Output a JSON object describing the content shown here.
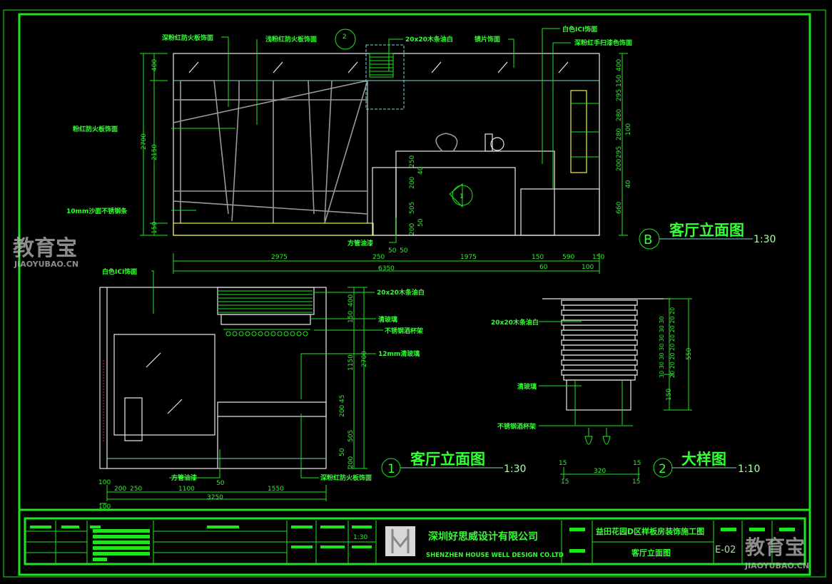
{
  "elevation_b": {
    "labels": {
      "dark_pink_fireboard": "深粉红防火板饰面",
      "light_pink_fireboard": "浅粉红防火板饰面",
      "wood_strip": "20x20木条油白",
      "mirror": "镜片饰面",
      "white_ici": "白色ICI饰面",
      "dark_pink_paint": "深粉红手扫漆色饰面",
      "pink_fireboard": "粉红防火板饰面",
      "steel_strip": "10mm沙面不锈钢条",
      "square_tube": "方管油漆"
    },
    "detail_marker": "2",
    "section_marker": "1",
    "left_dims": {
      "total": "2700",
      "top": "400",
      "mid": "2150",
      "bottom": "150"
    },
    "bottom_dims": [
      "2975",
      "250",
      "50",
      "50",
      "1975",
      "150",
      "590",
      "150"
    ],
    "bottom_totals": {
      "total": "6350",
      "d60": "60",
      "d100": "100"
    },
    "right_dims": [
      "400",
      "150",
      "295",
      "280",
      "280",
      "295",
      "200",
      "40",
      "660",
      "100"
    ],
    "desk_dims": [
      "250",
      "40",
      "200",
      "505",
      "50",
      "200"
    ],
    "title": {
      "marker": "B",
      "name": "客厅立面图",
      "scale": "1:30"
    }
  },
  "elevation_1": {
    "labels": {
      "white_ici": "白色ICI饰面",
      "wood_strip": "20x20木条油白",
      "clear_glass": "清玻璃",
      "wine_rack": "不锈钢酒杯架",
      "glass_12mm": "12mm清玻璃",
      "square_tube": "方管油漆",
      "dark_pink_fireboard": "深粉红防火板饰面"
    },
    "right_dims": [
      "400",
      "150",
      "1150",
      "45",
      "200",
      "505",
      "50",
      "200"
    ],
    "total_height": "2700",
    "bottom_dims": [
      "100",
      "200",
      "250",
      "1100",
      "50",
      "1550"
    ],
    "total_width": "3250",
    "left_offset": "100",
    "title": {
      "marker": "1",
      "name": "客厅立面图",
      "scale": "1:30"
    }
  },
  "detail_2": {
    "labels": {
      "wood_strip": "20x20木条油白",
      "clear_glass": "清玻璃",
      "wine_rack": "不锈钢酒杯架"
    },
    "dims": {
      "height": "550",
      "lower": "150",
      "stack_a": "30 30 30 30 30 30 30",
      "stack_b": "20 20 20 20 20 20 20 20",
      "widths": [
        "15",
        "320",
        "15"
      ],
      "widths_bottom": [
        "15",
        "15"
      ]
    },
    "title": {
      "marker": "2",
      "name": "大样图",
      "scale": "1:10"
    }
  },
  "title_block": {
    "scale": "1:30",
    "company_cn": "深圳好思威设计有限公司",
    "company_en": "SHENZHEN HOUSE WELL DESIGN CO.LTD",
    "project": "益田花园D区样板房装饰施工图",
    "drawing_name": "客厅立面图",
    "drawing_no": "E-02"
  },
  "watermark": {
    "cn": "教育宝",
    "en": "JIAOYUBAO.CN"
  }
}
